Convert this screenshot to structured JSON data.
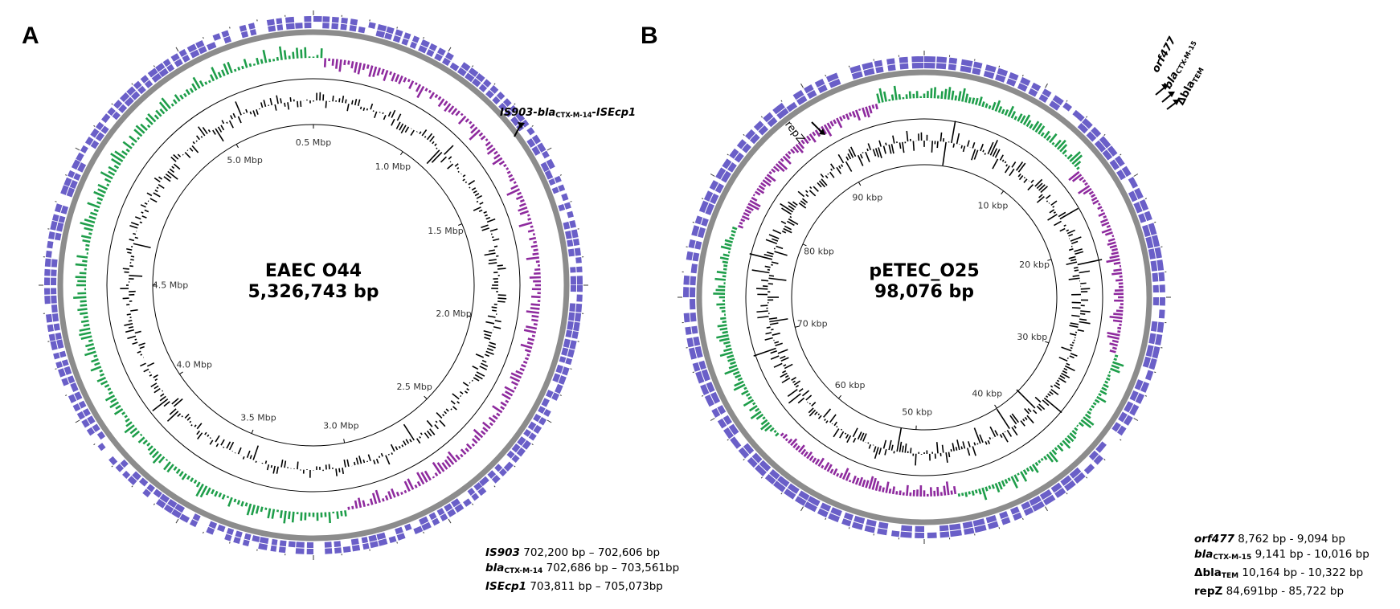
{
  "panels": [
    {
      "letter": "A",
      "center_title": "EAEC O44",
      "center_size": "5,326,743 bp",
      "ticks": [
        "5.0 Mbp",
        "0.5 Mbp",
        "1.0 Mbp",
        "1.5 Mbp",
        "2.0 Mbp",
        "2.5 Mbp",
        "3.0 Mbp",
        "3.5 Mbp",
        "4.0 Mbp",
        "4.5 Mbp"
      ],
      "feature_label": {
        "pre": "IS903-",
        "gene": "bla",
        "sub": "CTX-M-14",
        "post": "-ISEcp1"
      },
      "annotations": [
        {
          "name": "IS903",
          "sub": "",
          "range": "702,200 bp – 702,606 bp"
        },
        {
          "name": "bla",
          "sub": "CTX-M-14",
          "range": "702,686 bp – 703,561bp"
        },
        {
          "name": "ISEcp1",
          "sub": "",
          "range": "703,811 bp –  705,073bp"
        }
      ]
    },
    {
      "letter": "B",
      "center_title": "pETEC_O25",
      "center_size": "98,076 bp",
      "ticks": [
        "10 kbp",
        "20 kbp",
        "30 kbp",
        "40 kbp",
        "50 kbp",
        "60 kbp",
        "70 kbp",
        "80 kbp",
        "90 kbp"
      ],
      "feature_labels": {
        "orf": "orf477",
        "bla": "bla",
        "bla_sub": "CTX-M-15",
        "dbla": "Δbla",
        "dbla_sub": "TEM",
        "repz": "repZ"
      },
      "annotations": [
        {
          "name": "orf477",
          "sub": "",
          "range": "8,762 bp - 9,094 bp"
        },
        {
          "name": "bla",
          "sub": "CTX-M-15",
          "range": "9,141 bp - 10,016 bp"
        },
        {
          "name": "Δbla",
          "sub": "TEM",
          "range": "10,164 bp - 10,322 bp"
        },
        {
          "name": "repZ",
          "sub": "",
          "range": "84,691bp - 85,722 bp"
        }
      ]
    }
  ],
  "colors": {
    "cds": "#6a5fc8",
    "backbone": "#8c8c8c",
    "gc_skew_pos": "#1e9e4a",
    "gc_skew_neg": "#8e2a9e",
    "gc_content": "#000000"
  }
}
